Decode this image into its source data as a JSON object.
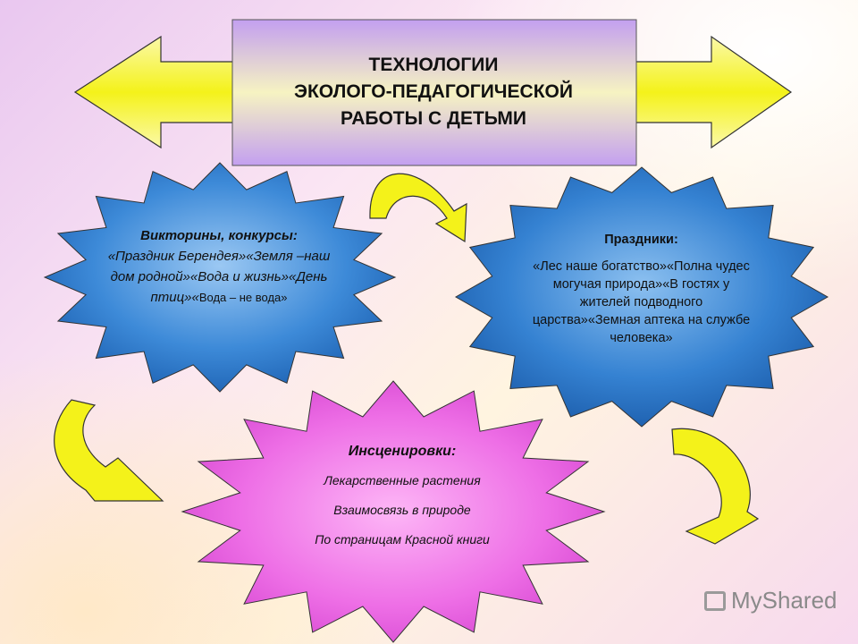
{
  "title": {
    "line1": "ТЕХНОЛОГИИ",
    "line2": "ЭКОЛОГО-ПЕДАГОГИЧЕСКОЙ",
    "line3": "РАБОТЫ С ДЕТЬМИ"
  },
  "quizzes": {
    "heading": "Викторины, конкурсы:",
    "body": "«Праздник Берендея»«Земля –наш дом родной»«Вода и жизнь»«День птиц»«",
    "tail": "Вода – не вода»"
  },
  "holidays": {
    "heading": "Праздники:",
    "body": "«Лес наше богатство»«Полна чудес могучая природа»«В гостях у жителей подводного царства»«Земная аптека на службе человека»"
  },
  "staging": {
    "heading": "Инсценировки:",
    "items": [
      "Лекарственные растения",
      "Взаимосвязь в природе",
      "По страницам Красной книги"
    ]
  },
  "logo": {
    "text": "MyShared"
  },
  "colors": {
    "arrow_yellow": "#f4f21a",
    "title_box": "#c9a6ef",
    "star_blue": "#2c7fd4",
    "star_magenta": "#e45ee0"
  }
}
